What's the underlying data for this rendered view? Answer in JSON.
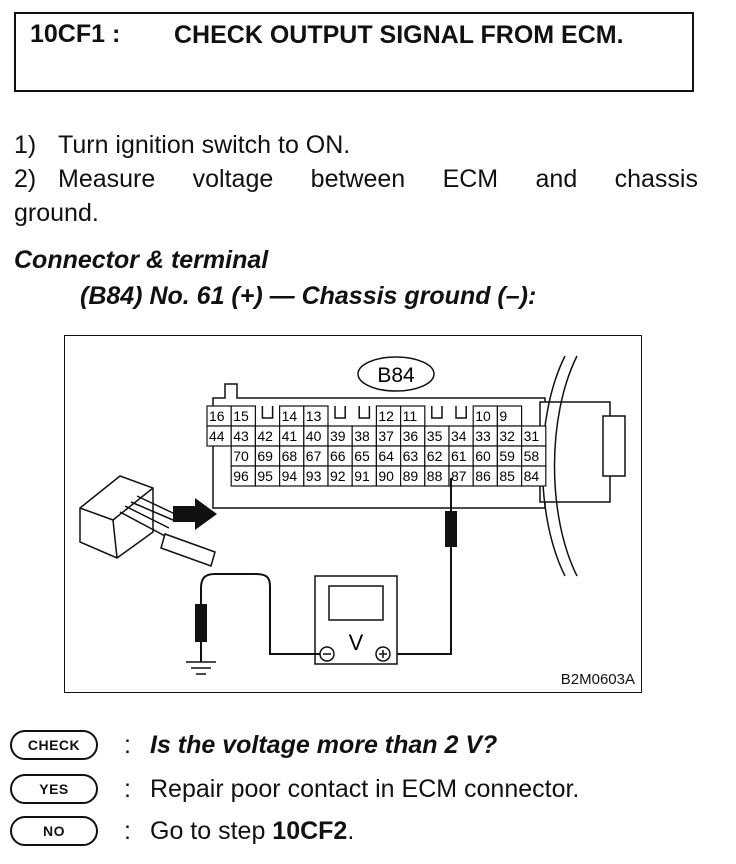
{
  "header": {
    "step_id": "10CF1 :",
    "title": "CHECK OUTPUT SIGNAL FROM ECM."
  },
  "instructions": [
    {
      "num": "1)",
      "text": "Turn ignition switch to ON."
    },
    {
      "num": "2)",
      "text_line1": "Measure voltage between ECM and chassis",
      "text_line2": "ground."
    }
  ],
  "connector": {
    "heading": "Connector & terminal",
    "terminal": "(B84) No. 61 (+) — Chassis ground (–):"
  },
  "figure": {
    "connector_label": "B84",
    "meter_symbol": "V",
    "code": "B2M0603A",
    "row1": [
      "16",
      "15",
      "",
      "14",
      "13",
      "",
      "",
      "12",
      "11",
      "",
      "",
      "10",
      "9"
    ],
    "row2": [
      "44",
      "43",
      "42",
      "41",
      "40",
      "39",
      "38",
      "37",
      "36",
      "35",
      "34",
      "33",
      "32",
      "31"
    ],
    "row3": [
      "",
      "70",
      "69",
      "68",
      "67",
      "66",
      "65",
      "64",
      "63",
      "62",
      "61",
      "60",
      "59",
      "58"
    ],
    "row4": [
      "",
      "96",
      "95",
      "94",
      "93",
      "92",
      "91",
      "90",
      "89",
      "88",
      "87",
      "86",
      "85",
      "84"
    ]
  },
  "results": {
    "check": {
      "badge": "CHECK",
      "sep": ":",
      "text": "Is the voltage more than 2 V?"
    },
    "yes": {
      "badge": "YES",
      "sep": ":",
      "text": "Repair poor contact in ECM connector."
    },
    "no": {
      "badge": "NO",
      "sep": ":",
      "text_prefix": "Go to step ",
      "text_step": "10CF2",
      "text_suffix": "."
    }
  }
}
